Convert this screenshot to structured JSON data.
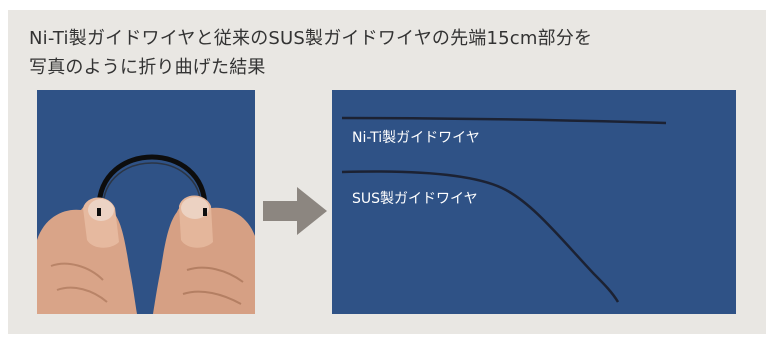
{
  "caption": {
    "line1": "Ni-Ti製ガイドワイヤと従来のSUS製ガイドワイヤの先端15cm部分を",
    "line2": "写真のように折り曲げた結果"
  },
  "result_photo": {
    "label_niti": "Ni-Ti製ガイドワイヤ",
    "label_sus": "SUS製ガイドワイヤ"
  },
  "colors": {
    "panel_bg": "#e9e7e3",
    "photo_bg": "#2f5286",
    "arrow": "#8c8680",
    "caption_text": "#333333"
  },
  "icons": {
    "arrow": "right-arrow-icon"
  }
}
